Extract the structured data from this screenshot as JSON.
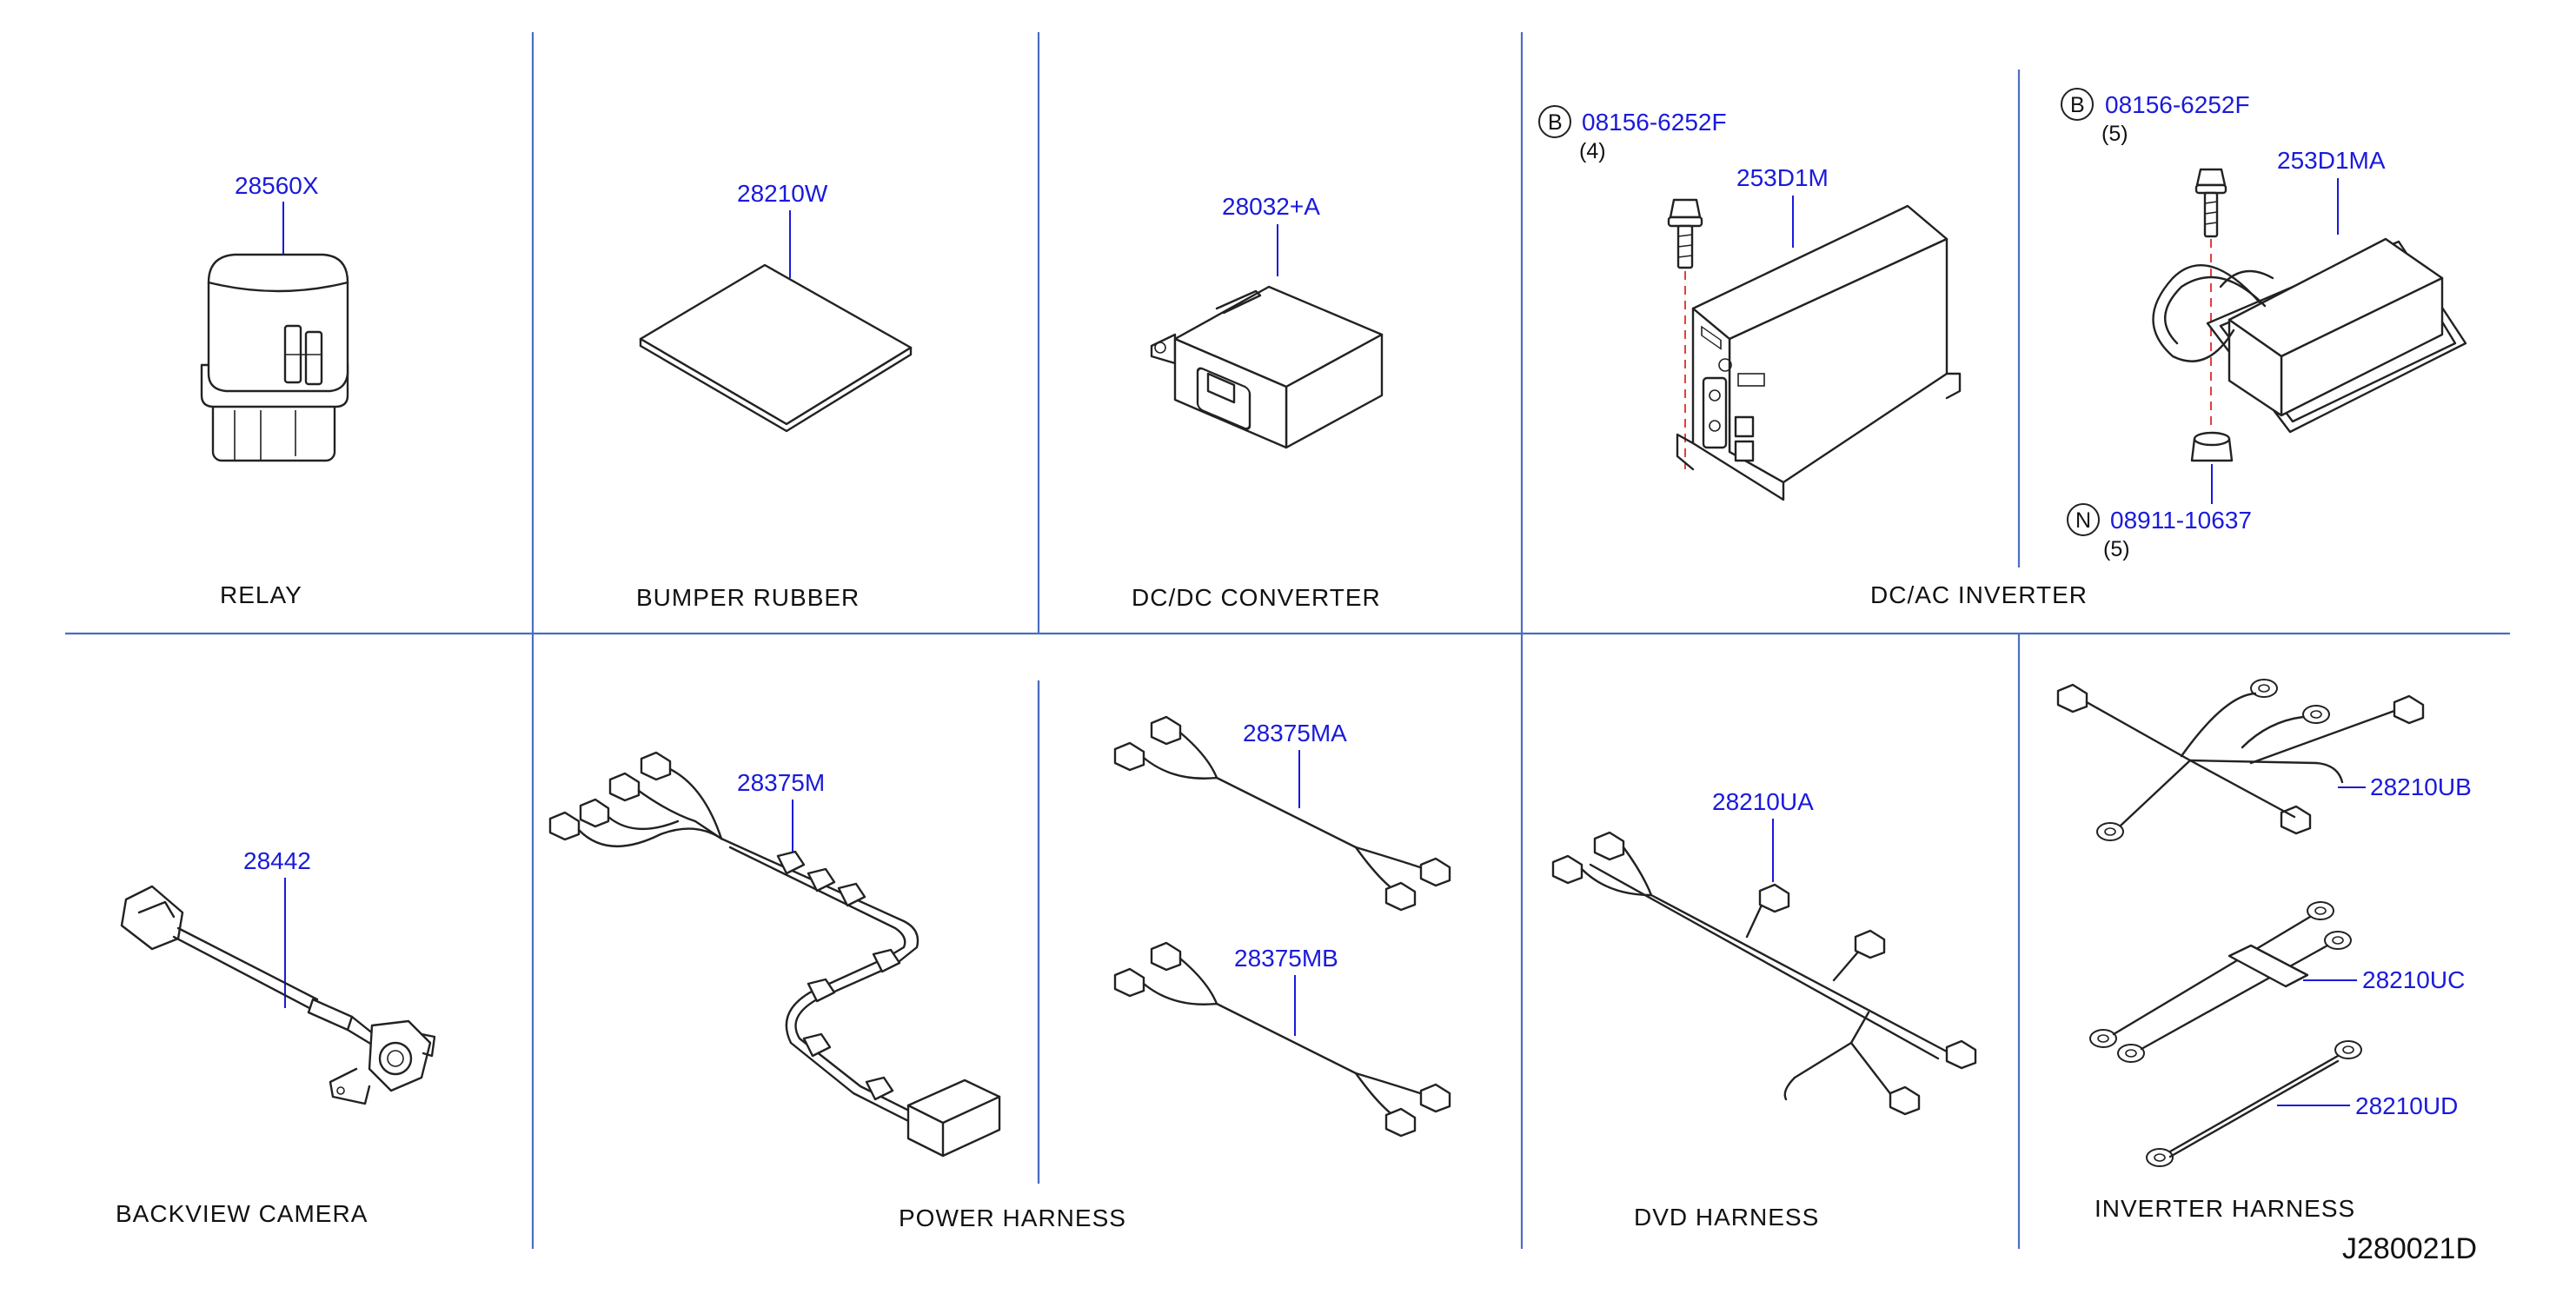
{
  "diagram_id": "J280021D",
  "sections": {
    "relay": {
      "caption": "RELAY",
      "part": "28560X"
    },
    "bumper_rubber": {
      "caption": "BUMPER   RUBBER",
      "part": "28210W"
    },
    "dcdc_converter": {
      "caption": "DC/DC   CONVERTER",
      "part": "28032+A"
    },
    "dcac_inverter": {
      "caption": "DC/AC   INVERTER",
      "left": {
        "bolt_marker": "B",
        "bolt_part": "08156-6252F",
        "bolt_qty": "(4)",
        "unit_part": "253D1M"
      },
      "right": {
        "bolt_marker": "B",
        "bolt_part": "08156-6252F",
        "bolt_qty": "(5)",
        "unit_part": "253D1MA",
        "nut_marker": "N",
        "nut_part": "08911-10637",
        "nut_qty": "(5)"
      }
    },
    "backview_camera": {
      "caption": "BACKVIEW   CAMERA",
      "part": "28442"
    },
    "power_harness": {
      "caption": "POWER   HARNESS",
      "part_main": "28375M",
      "part_a": "28375MA",
      "part_b": "28375MB"
    },
    "dvd_harness": {
      "caption": "DVD   HARNESS",
      "part": "28210UA"
    },
    "inverter_harness": {
      "caption": "INVERTER   HARNESS",
      "part_b": "28210UB",
      "part_c": "28210UC",
      "part_d": "28210UD"
    }
  }
}
